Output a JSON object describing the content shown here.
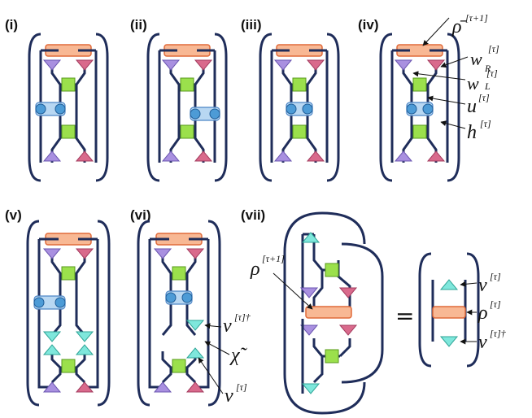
{
  "panels": [
    {
      "id": "i",
      "label": "(i)"
    },
    {
      "id": "ii",
      "label": "(ii)"
    },
    {
      "id": "iii",
      "label": "(iii)"
    },
    {
      "id": "iv",
      "label": "(iv)"
    },
    {
      "id": "v",
      "label": "(v)"
    },
    {
      "id": "vi",
      "label": "(vi)"
    },
    {
      "id": "vii",
      "label": "(vii)"
    }
  ],
  "equals": "=",
  "annotations": {
    "rho_bar": {
      "base": "ρ̄",
      "sup": "[τ+1]"
    },
    "w_r": {
      "base": "w",
      "sub": "R",
      "sup": "[τ]"
    },
    "w_l": {
      "base": "w",
      "sub": "L",
      "sup": "[τ]"
    },
    "u": {
      "base": "u",
      "sup": "[τ]"
    },
    "h": {
      "base": "h",
      "sup": "[τ]"
    },
    "v_dagger": {
      "base": "v",
      "sup": "[τ]†"
    },
    "chi": {
      "base": "χ̃"
    },
    "v": {
      "base": "v",
      "sup": "[τ]"
    },
    "rho": {
      "base": "ρ",
      "sup": "[τ+1]"
    },
    "rhs_v": {
      "base": "v",
      "sup": "[τ]"
    },
    "rhs_rho": {
      "base": "ρ",
      "sup": "[τ]"
    },
    "rhs_v_dagger": {
      "base": "v",
      "sup": "[τ]†"
    }
  },
  "colors": {
    "bracket": "#1f2d5a",
    "rho": "#f8b894",
    "w_left": "#a990e0",
    "w_right": "#d96a8c",
    "u": "#9be04c",
    "h": "#b8d7f2",
    "v": "#7fe7dc"
  }
}
